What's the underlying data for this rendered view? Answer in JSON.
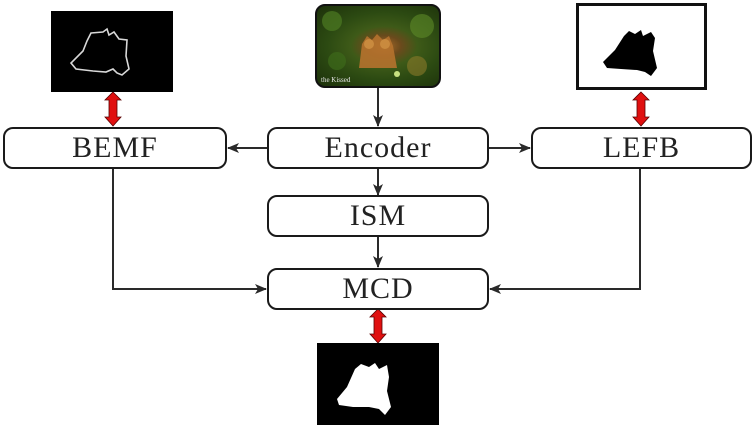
{
  "modules": {
    "bemf": "BEMF",
    "encoder": "Encoder",
    "lefb": "LEFB",
    "ism": "ISM",
    "mcd": "MCD"
  },
  "images": {
    "input": {
      "description": "Input photo of two fox cubs in green foliage",
      "caption": "the Kissed"
    },
    "edge_map": {
      "description": "White outline of object on black background"
    },
    "location_map": {
      "description": "Black object silhouette on white background"
    },
    "output_mask": {
      "description": "White object mask on black background"
    }
  },
  "colors": {
    "line": "#2a2a2a",
    "supervision_arrow": "#e01010",
    "box_border": "#1a1a1a"
  }
}
